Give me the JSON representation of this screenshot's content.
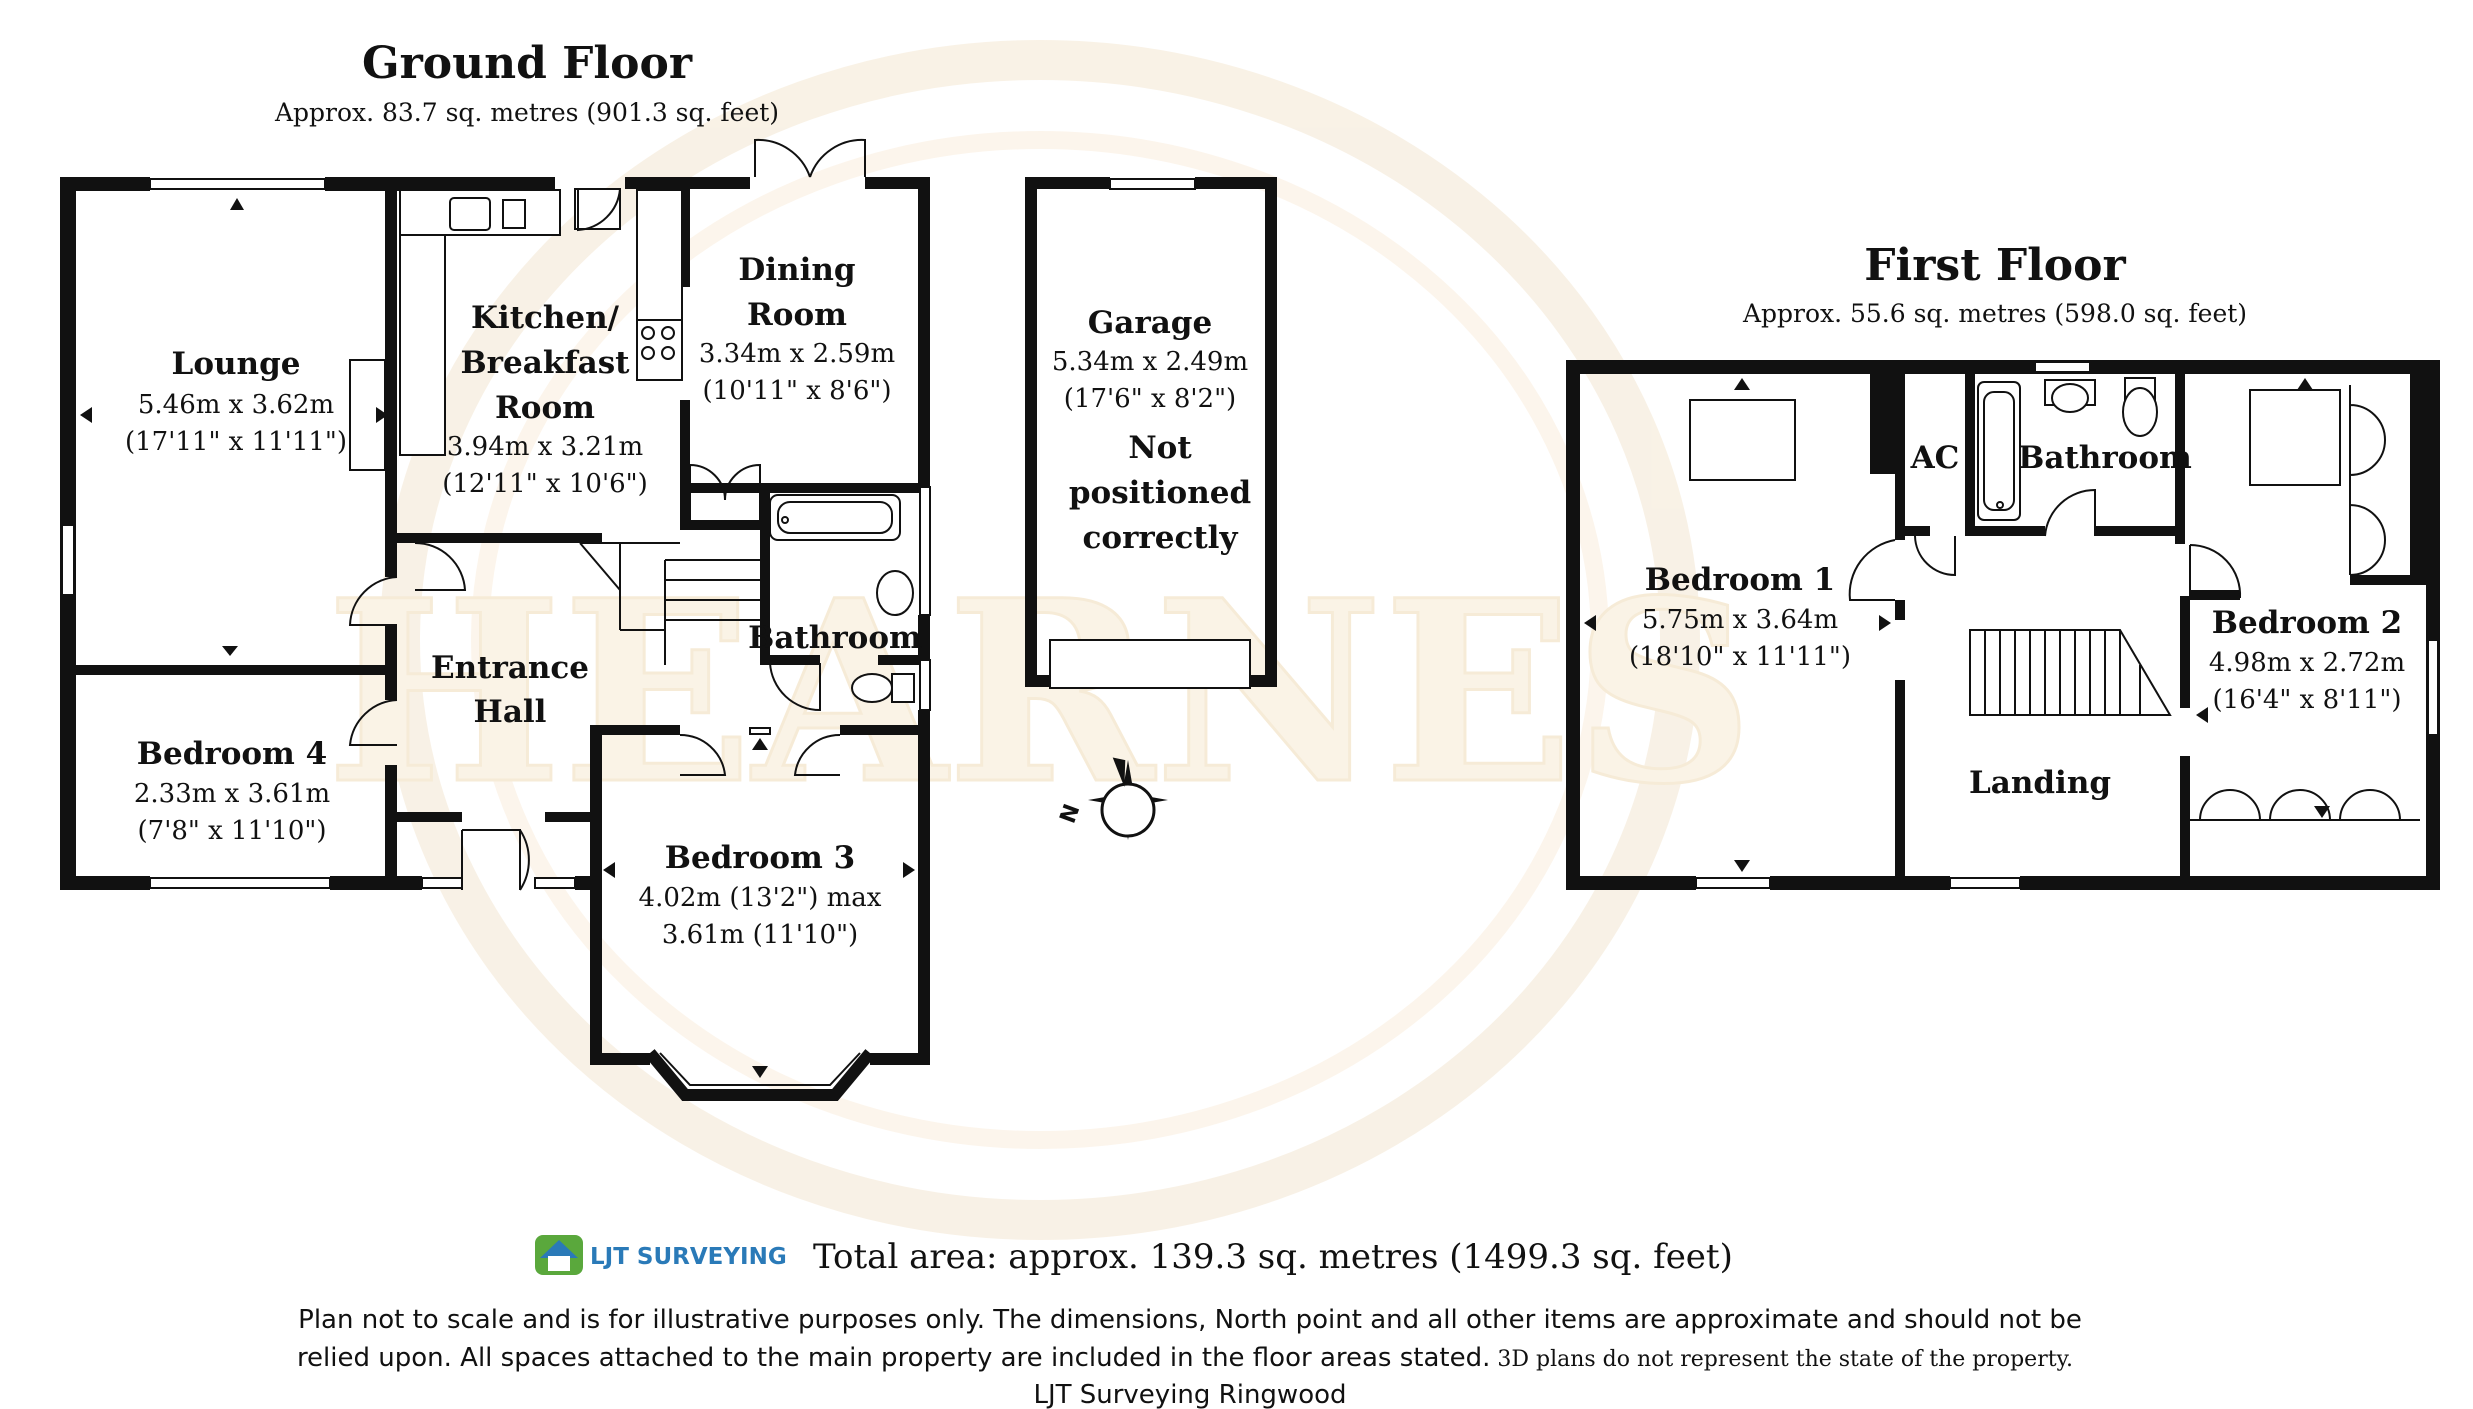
{
  "ground_floor": {
    "title": "Ground Floor",
    "area": "Approx.  83.7 sq. metres (901.3 sq. feet)",
    "rooms": {
      "lounge": {
        "name": "Lounge",
        "dim_m": "5.46m x 3.62m",
        "dim_ft": "(17'11\" x 11'11\")"
      },
      "kitchen": {
        "name_line1": "Kitchen/",
        "name_line2": "Breakfast",
        "name_line3": "Room",
        "dim_m": "3.94m x 3.21m",
        "dim_ft": "(12'11\" x 10'6\")"
      },
      "dining": {
        "name_line1": "Dining",
        "name_line2": "Room",
        "dim_m": "3.34m x 2.59m",
        "dim_ft": "(10'11\" x 8'6\")"
      },
      "entrance": {
        "name_line1": "Entrance",
        "name_line2": "Hall"
      },
      "bathroom": {
        "name": "Bathroom"
      },
      "bedroom4": {
        "name": "Bedroom 4",
        "dim_m": "2.33m x 3.61m",
        "dim_ft": "(7'8\" x 11'10\")"
      },
      "bedroom3": {
        "name": "Bedroom 3",
        "dim_line1": "4.02m (13'2\") max",
        "dim_line2": "3.61m (11'10\")"
      }
    }
  },
  "garage": {
    "name": "Garage",
    "dim_m": "5.34m x 2.49m",
    "dim_ft": "(17'6\" x 8'2\")",
    "note_line1": "Not",
    "note_line2": "positioned",
    "note_line3": "correctly"
  },
  "compass": {
    "north_label": "N"
  },
  "first_floor": {
    "title": "First Floor",
    "area": "Approx.  55.6 sq. metres (598.0 sq. feet)",
    "rooms": {
      "bedroom1": {
        "name": "Bedroom 1",
        "dim_m": "5.75m x 3.64m",
        "dim_ft": "(18'10\" x 11'11\")"
      },
      "ac": {
        "name": "AC"
      },
      "bathroom": {
        "name": "Bathroom"
      },
      "bedroom2": {
        "name": "Bedroom 2",
        "dim_m": "4.98m x 2.72m",
        "dim_ft": "(16'4\" x 8'11\")"
      },
      "landing": {
        "name": "Landing"
      }
    }
  },
  "footer": {
    "logo_text": "LJT SURVEYING",
    "total_area": "Total area: approx. 139.3 sq. metres (1499.3 sq. feet)",
    "disclaimer_line1": "Plan not to scale and is for illustrative purposes only. The dimensions, North point and all other items are approximate and should not be",
    "disclaimer_line2a": "relied upon. All spaces attached to the main property are included in the floor areas stated.",
    "disclaimer_line2b": " 3D plans do not represent the state of the property.",
    "disclaimer_line3": "LJT Surveying Ringwood"
  },
  "watermark": {
    "text": "HEARNES"
  },
  "colors": {
    "wall": "#111111",
    "logo_blue": "#2a7ab8",
    "logo_green": "#5aa83c",
    "watermark": "#f3e4c8"
  }
}
